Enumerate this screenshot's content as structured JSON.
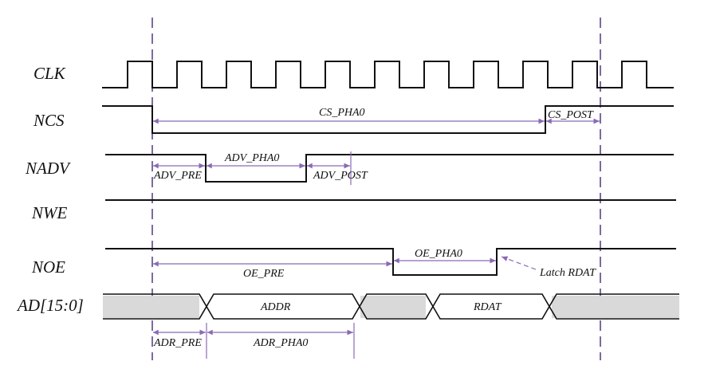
{
  "colors": {
    "line": "#111111",
    "dimension": "#8a6ab5",
    "guide": "#7d6a9d",
    "bus_fill": "#d9d9d9"
  },
  "signals": {
    "clk": "CLK",
    "ncs": "NCS",
    "nadv": "NADV",
    "nwe": "NWE",
    "noe": "NOE",
    "ad": "AD[15:0]"
  },
  "annotations": {
    "cs_pha0": "CS_PHA0",
    "cs_post": "CS_POST",
    "adv_pha0": "ADV_PHA0",
    "adv_pre": "ADV_PRE",
    "adv_post": "ADV_POST",
    "oe_pha0": "OE_PHA0",
    "oe_pre": "OE_PRE",
    "latch_rdat": "Latch RDAT",
    "adr_pre": "ADR_PRE",
    "adr_pha0": "ADR_PHA0"
  },
  "bus_values": {
    "addr": "ADDR",
    "rdat": "RDAT"
  }
}
